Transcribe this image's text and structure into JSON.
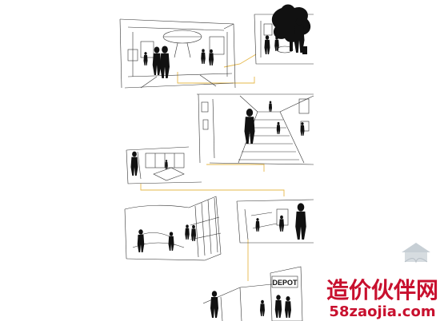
{
  "signage": {
    "depot": "DEPOT"
  },
  "watermark": {
    "chinese": "造价伙伴网",
    "site": "58zaojia.com",
    "color": "#c8102e"
  },
  "connector_color": "#e6b84a"
}
